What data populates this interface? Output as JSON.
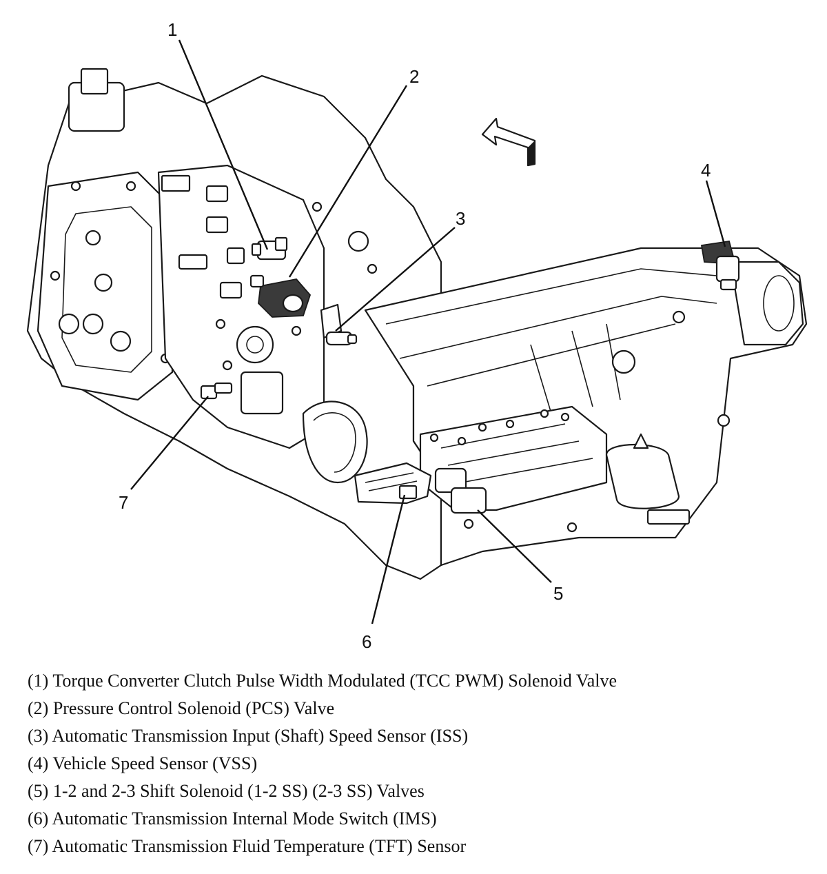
{
  "callouts": [
    {
      "number": "1"
    },
    {
      "number": "2"
    },
    {
      "number": "3"
    },
    {
      "number": "4"
    },
    {
      "number": "5"
    },
    {
      "number": "6"
    },
    {
      "number": "7"
    }
  ],
  "legend": [
    "(1) Torque Converter Clutch Pulse Width Modulated (TCC PWM) Solenoid Valve",
    "(2) Pressure Control Solenoid (PCS) Valve",
    "(3) Automatic Transmission Input (Shaft) Speed Sensor (ISS)",
    "(4) Vehicle Speed Sensor (VSS)",
    "(5) 1-2 and 2-3 Shift Solenoid (1-2 SS) (2-3 SS) Valves",
    "(6) Automatic Transmission Internal Mode Switch (IMS)",
    "(7) Automatic Transmission Fluid Temperature (TFT) Sensor"
  ],
  "icons": {
    "direction_arrow": "front-direction-arrow-icon"
  }
}
